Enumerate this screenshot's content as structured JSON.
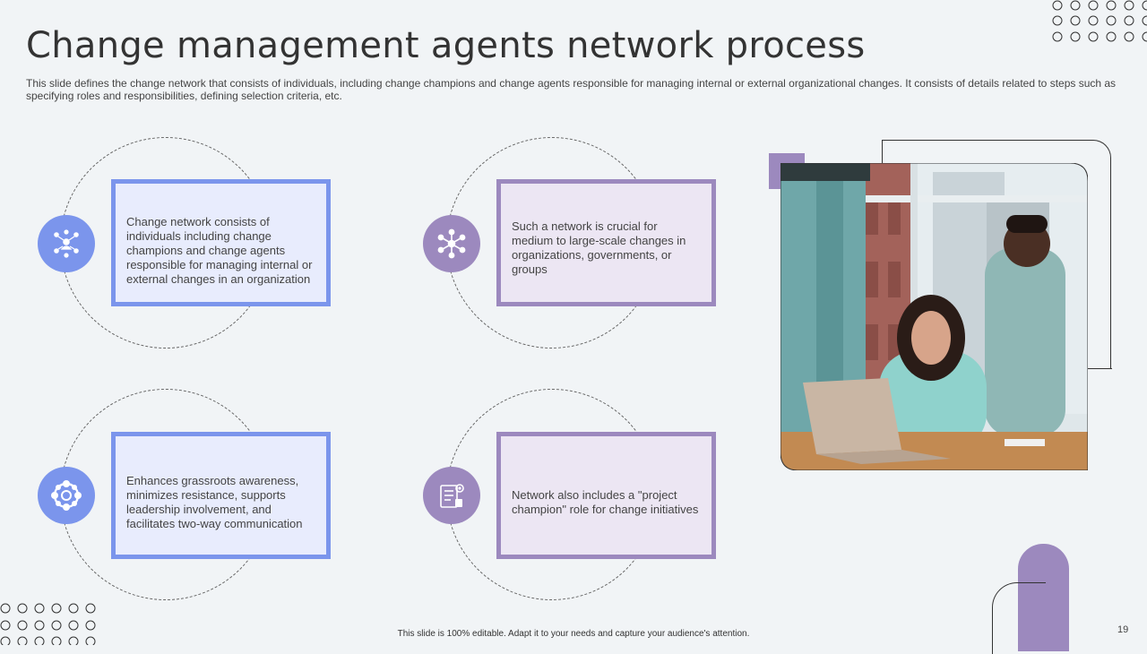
{
  "header": {
    "title": "Change management agents network process",
    "subtitle": "This slide defines the change network that consists of individuals, including change champions and change agents responsible for managing internal or external organizational changes. It consists of details related to steps such as specifying roles and responsibilities, defining selection criteria, etc."
  },
  "steps": [
    {
      "text": "Change network consists of individuals including change champions and change agents responsible for managing internal or external changes in an organization",
      "icon": "people-network-icon"
    },
    {
      "text": "Such a network is crucial for medium to large-scale changes in organizations, governments, or groups",
      "icon": "hub-network-icon"
    },
    {
      "text": "Enhances grassroots awareness, minimizes resistance, supports leadership involvement, and facilitates two-way communication",
      "icon": "team-circle-icon"
    },
    {
      "text": "Network also includes a \"project champion\" role for change initiatives",
      "icon": "project-checklist-icon"
    }
  ],
  "footer": {
    "note": "This slide is 100% editable. Adapt it to your needs and capture your audience's attention.",
    "page_number": "19"
  },
  "colors": {
    "accent_blue": "#7b95ec",
    "accent_purple": "#9c89be",
    "background": "#f1f4f6"
  }
}
